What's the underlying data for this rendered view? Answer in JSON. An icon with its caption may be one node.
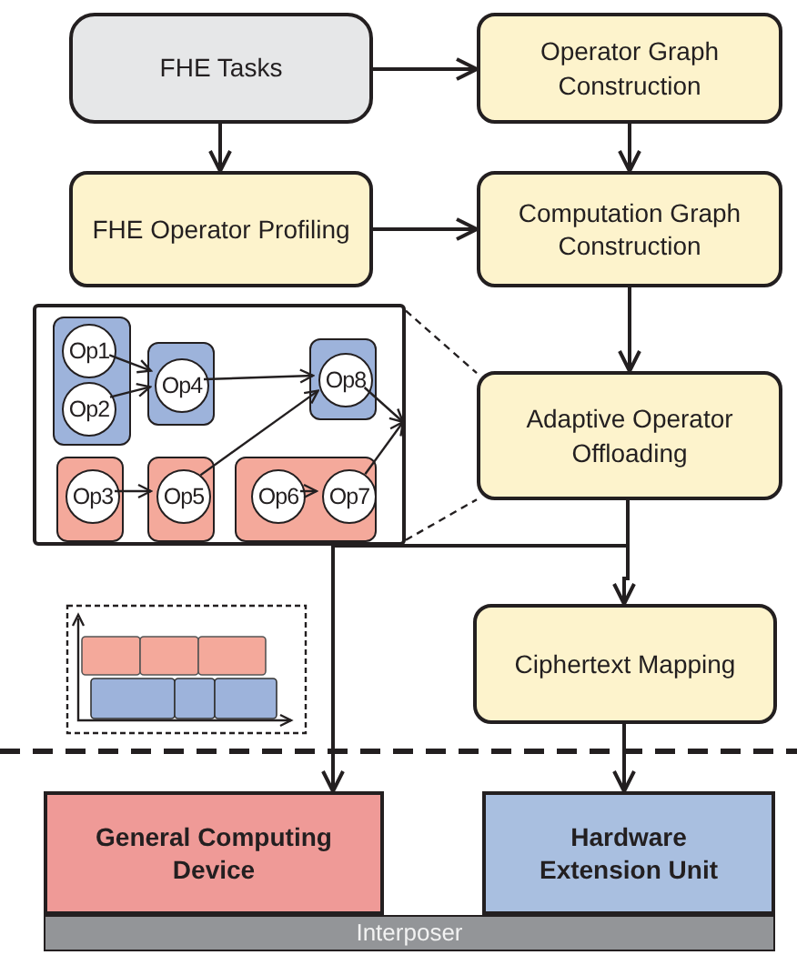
{
  "diagram": {
    "nodes": [
      {
        "text": [
          "FHE Tasks"
        ]
      },
      {
        "text": [
          "Operator Graph Construction"
        ]
      },
      {
        "text": [
          "FHE Operator Profiling"
        ]
      },
      {
        "text": [
          "Computation Graph Construction"
        ]
      },
      {
        "text": [
          "Adaptive Operator Offloading"
        ]
      },
      {
        "text": [
          "Ciphertext Mapping"
        ]
      },
      {
        "text": [
          "General Computing Device"
        ]
      },
      {
        "text": [
          "Hardware Extension Unit"
        ]
      },
      {
        "text": [
          "Interposer"
        ]
      },
      {
        "text": [],
        "shape": "box"
      },
      {
        "text": [],
        "shape": "box",
        "in": 9
      },
      {
        "text": [
          "Op1"
        ],
        "in": 10
      },
      {
        "text": [
          "Op2"
        ],
        "in": 10
      },
      {
        "text": [],
        "shape": "box",
        "in": 9
      },
      {
        "text": [
          "Op4"
        ],
        "in": 13
      },
      {
        "text": [],
        "shape": "box",
        "in": 9
      },
      {
        "text": [
          "Op8"
        ],
        "in": 15
      },
      {
        "text": [],
        "shape": "box",
        "in": 9
      },
      {
        "text": [
          "Op3"
        ],
        "in": 17
      },
      {
        "text": [],
        "shape": "box",
        "in": 9
      },
      {
        "text": [
          "Op5"
        ],
        "in": 19
      },
      {
        "text": [],
        "shape": "box",
        "in": 9
      },
      {
        "text": [
          "Op6"
        ],
        "in": 21
      },
      {
        "text": [
          "Op7"
        ],
        "in": 21
      }
    ],
    "edges": [
      {
        "from": 0,
        "to": 1,
        "arrow": "to"
      },
      {
        "from": 0,
        "to": 2,
        "arrow": "to"
      },
      {
        "from": 1,
        "to": 3,
        "arrow": "to"
      },
      {
        "from": 2,
        "to": 3,
        "arrow": "to"
      },
      {
        "from": 3,
        "to": 4,
        "arrow": "to"
      },
      {
        "from": 4,
        "to": 5,
        "arrow": "to"
      },
      {
        "from": 4,
        "to": 6,
        "arrow": "to"
      },
      {
        "from": 5,
        "to": 7,
        "arrow": "to"
      },
      {
        "from": 11,
        "to": 14,
        "arrow": "to"
      },
      {
        "from": 12,
        "to": 14,
        "arrow": "to"
      },
      {
        "from": 14,
        "to": 16,
        "arrow": "to"
      },
      {
        "from": 18,
        "to": 20,
        "arrow": "to"
      },
      {
        "from": 20,
        "to": 16,
        "arrow": "to"
      },
      {
        "from": 22,
        "to": 23,
        "arrow": "to"
      },
      {
        "from": 16,
        "to": 9,
        "arrow": "to"
      },
      {
        "from": 23,
        "to": 9,
        "arrow": "to"
      },
      {
        "from": 9,
        "to": 4,
        "arrow": "none",
        "style": "dashed"
      },
      {
        "from": 9,
        "to": 4,
        "arrow": "none",
        "style": "dashed"
      }
    ]
  }
}
